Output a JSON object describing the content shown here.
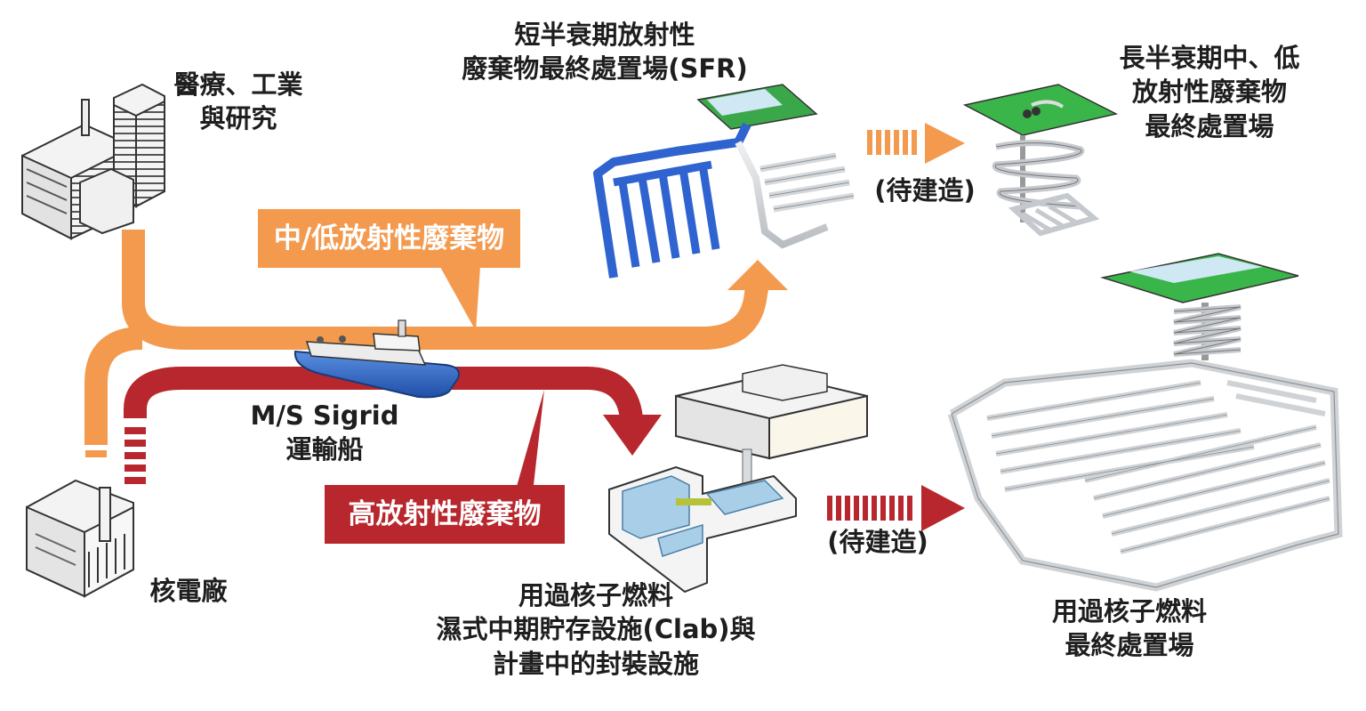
{
  "labels": {
    "medical": [
      "醫療、工業",
      "與研究"
    ],
    "npp": "核電廠",
    "ship": [
      "M/S Sigrid",
      "運輸船"
    ],
    "sfr": [
      "短半衰期放射性",
      "廢棄物最終處置場(SFR)"
    ],
    "sfl": [
      "長半衰期中、低",
      "放射性廢棄物",
      "最終處置場"
    ],
    "clab": [
      "用過核子燃料",
      "濕式中期貯存設施(Clab)與",
      "計畫中的封裝設施"
    ],
    "spent_repo": [
      "用過核子燃料",
      "最終處置場"
    ],
    "pending_top": "(待建造)",
    "pending_bottom": "(待建造)",
    "llw_tag": "中/低放射性廢棄物",
    "hlw_tag": "高放射性廢棄物"
  },
  "colors": {
    "orange": "#f39a4f",
    "red": "#b8272d",
    "blue": "#2f63cf",
    "green": "#39b54a",
    "tunnel": "#d6d9dc",
    "tunnel_edge": "#8c9196",
    "building": "#f2f2f2",
    "building_edge": "#3a3a3a"
  },
  "icons": [
    "factory-icon",
    "office-tower-icon",
    "nuclear-plant-icon",
    "ship-icon",
    "arrow-icon"
  ]
}
